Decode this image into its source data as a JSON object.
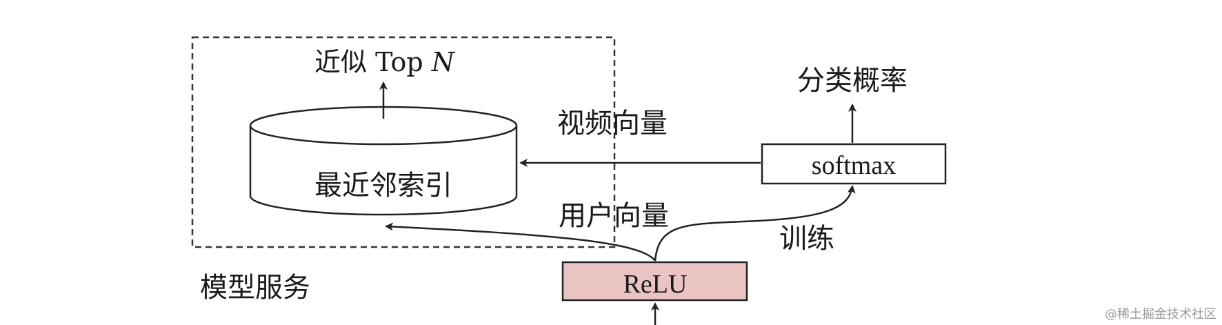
{
  "labels": {
    "approx_top_n_prefix": "近似 Top ",
    "approx_top_n_var": "N",
    "nn_index": "最近邻索引",
    "video_vector": "视频向量",
    "user_vector": "用户向量",
    "class_prob": "分类概率",
    "train": "训练",
    "model_serving": "模型服务"
  },
  "nodes": {
    "softmax": "softmax",
    "relu": "ReLU"
  },
  "watermark": "@稀土掘金技术社区",
  "colors": {
    "relu_fill": "#e9c4c2",
    "stroke": "#222222"
  }
}
